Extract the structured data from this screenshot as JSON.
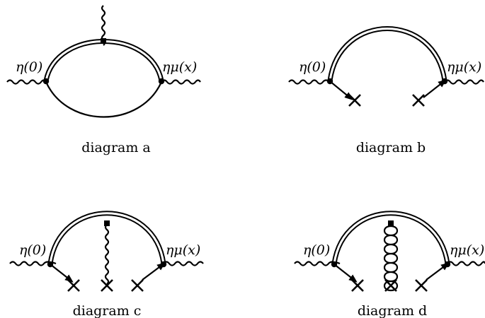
{
  "diagrams": [
    {
      "left_label": "η(0)",
      "right_label": "ημ(x)",
      "caption": "diagram a"
    },
    {
      "left_label": "η(0)",
      "right_label": "ημ(x)",
      "caption": "diagram b"
    },
    {
      "left_label": "η(0)",
      "right_label": "ημ(x)",
      "caption": "diagram c"
    },
    {
      "left_label": "η(0)",
      "right_label": "ημ(x)",
      "caption": "diagram d"
    }
  ],
  "colors": {
    "ink": "#000000",
    "background": "#ffffff"
  }
}
